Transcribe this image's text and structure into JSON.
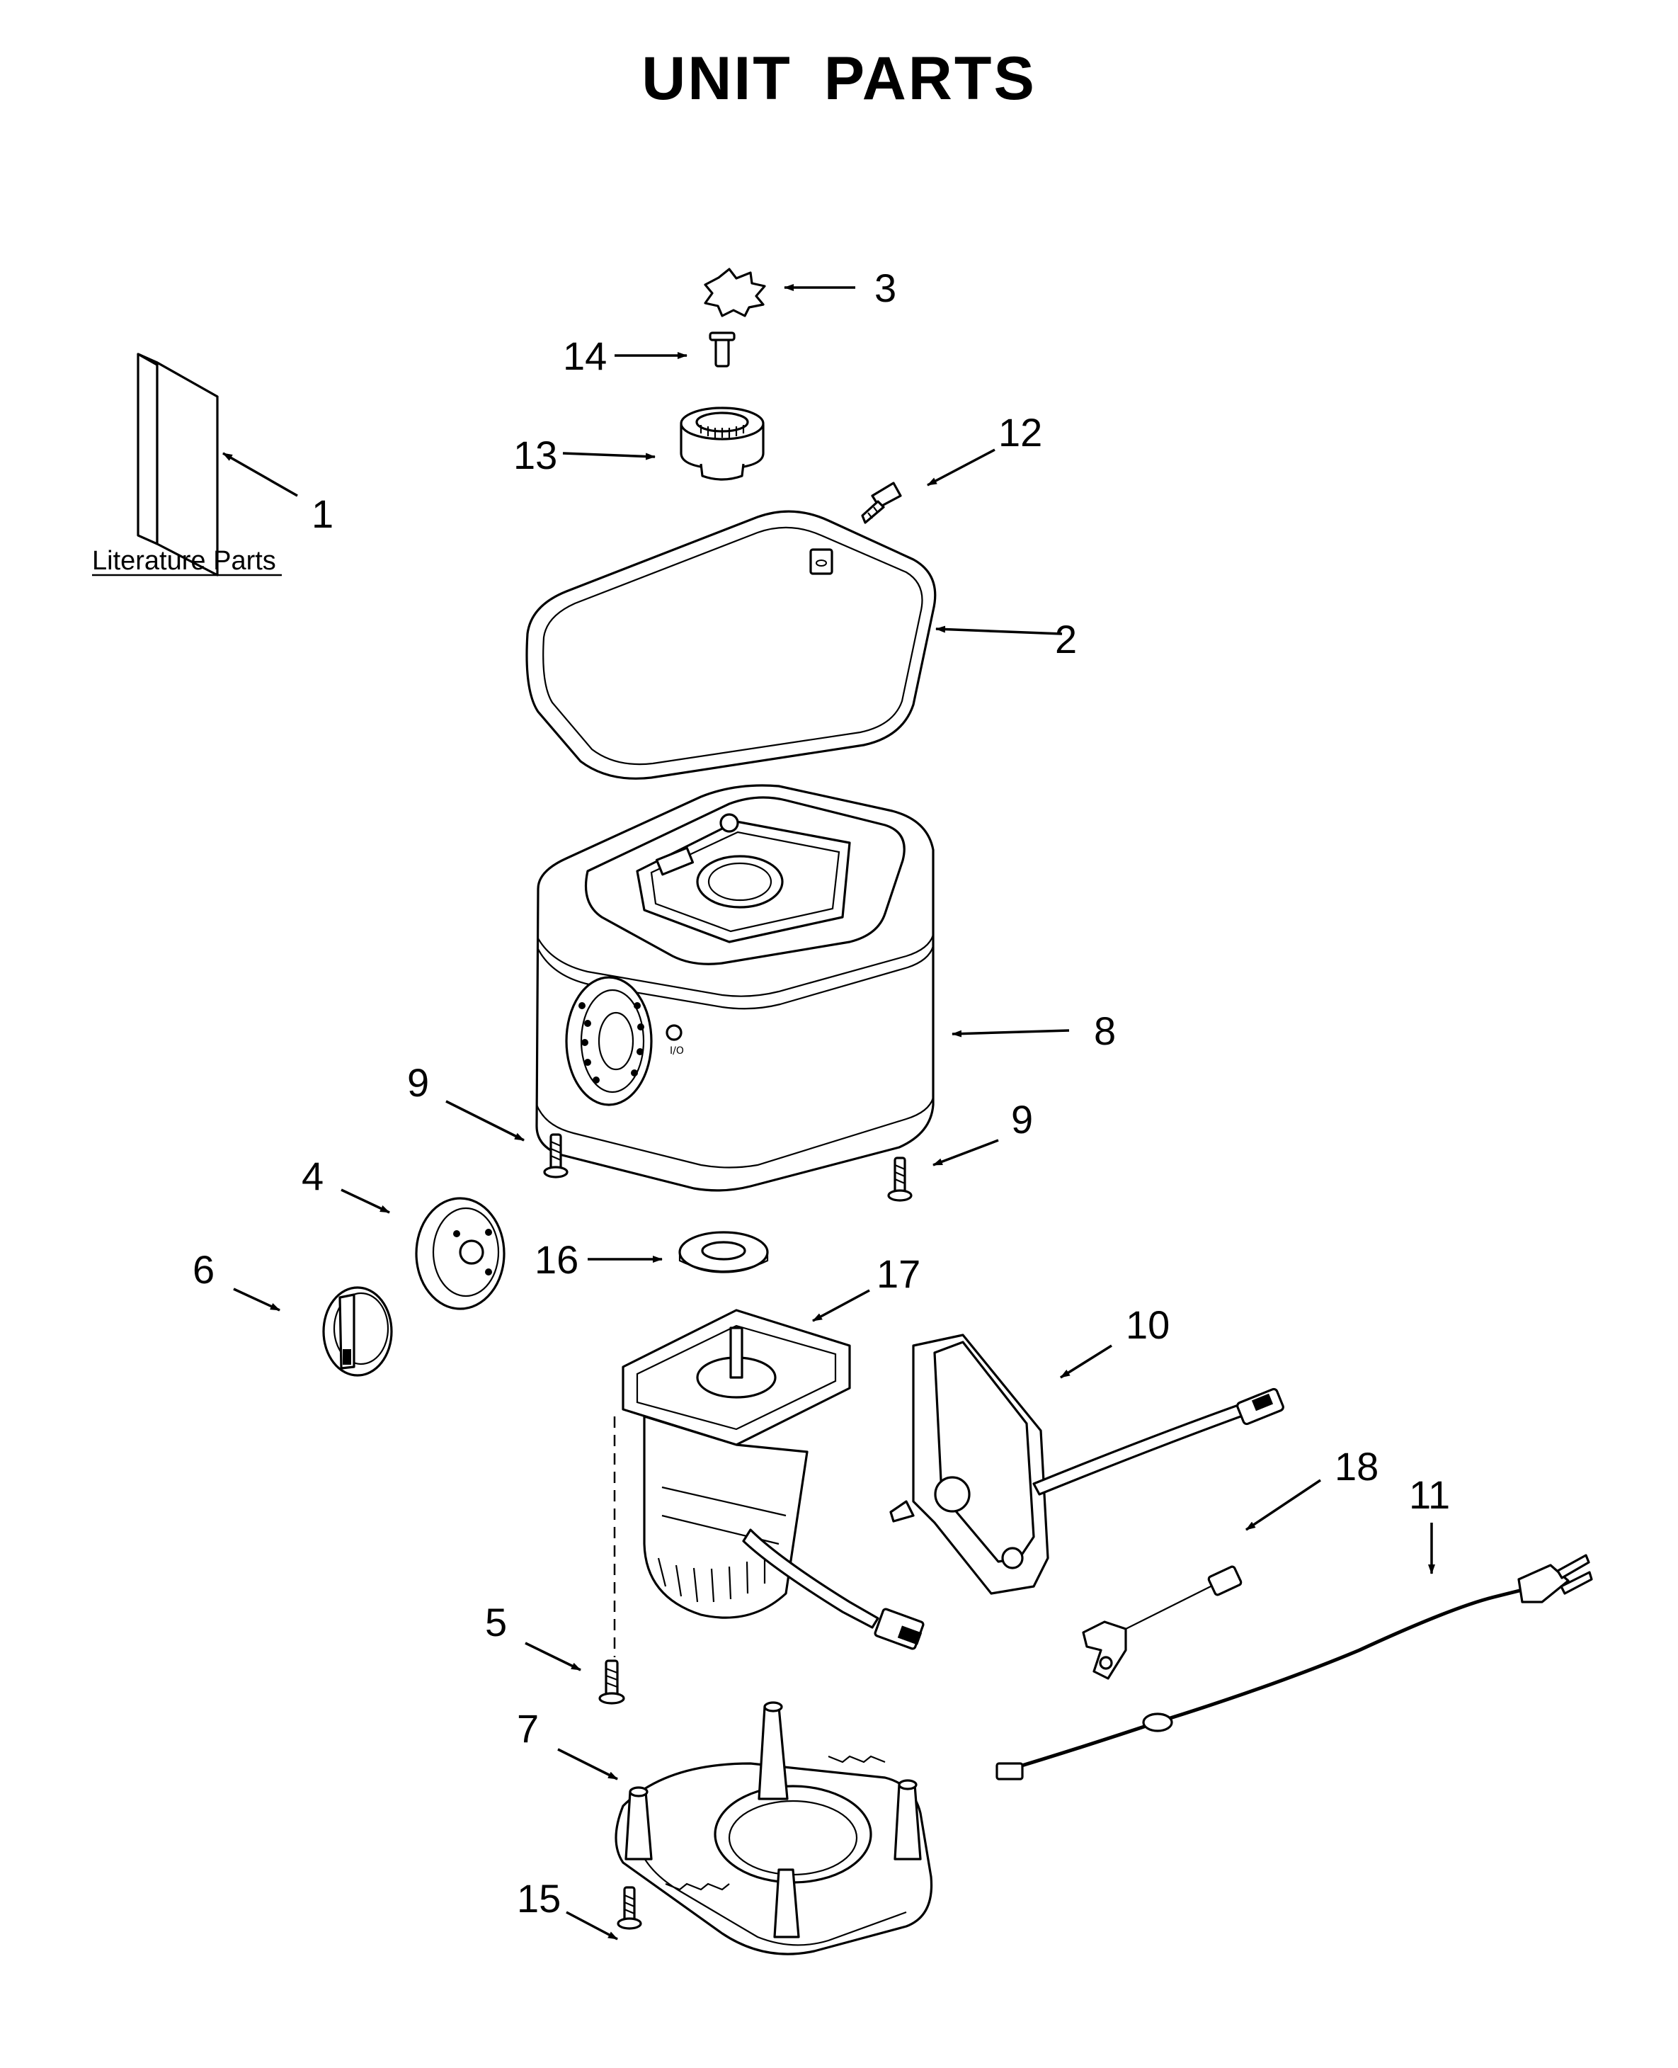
{
  "title": "UNIT PARTS",
  "literature_label": "Literature Parts",
  "callouts": [
    {
      "id": "c1",
      "label": "1"
    },
    {
      "id": "c2",
      "label": "2"
    },
    {
      "id": "c3",
      "label": "3"
    },
    {
      "id": "c4",
      "label": "4"
    },
    {
      "id": "c5",
      "label": "5"
    },
    {
      "id": "c6",
      "label": "6"
    },
    {
      "id": "c7",
      "label": "7"
    },
    {
      "id": "c8",
      "label": "8"
    },
    {
      "id": "c9a",
      "label": "9"
    },
    {
      "id": "c9b",
      "label": "9"
    },
    {
      "id": "c10",
      "label": "10"
    },
    {
      "id": "c11",
      "label": "11"
    },
    {
      "id": "c12",
      "label": "12"
    },
    {
      "id": "c13",
      "label": "13"
    },
    {
      "id": "c14",
      "label": "14"
    },
    {
      "id": "c15",
      "label": "15"
    },
    {
      "id": "c16",
      "label": "16"
    },
    {
      "id": "c17",
      "label": "17"
    },
    {
      "id": "c18",
      "label": "18"
    }
  ]
}
